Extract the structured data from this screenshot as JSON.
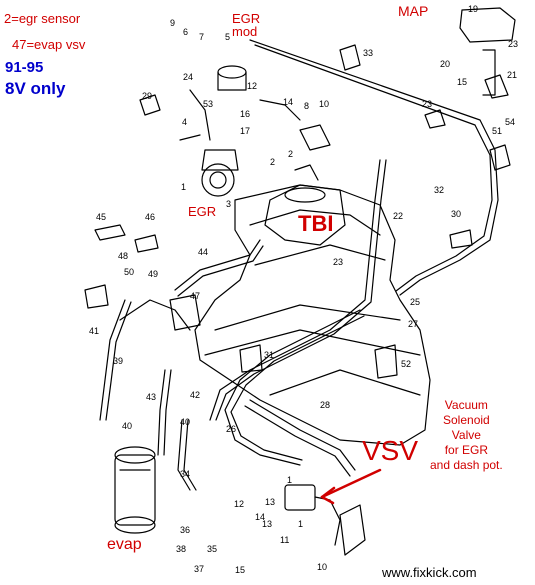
{
  "annotations": {
    "sensor_note": "2=egr sensor",
    "evap_note": "47=evap vsv",
    "years": "91-95",
    "engine": "8V only",
    "egr_mod": "EGR\nmod",
    "map": "MAP",
    "egr": "EGR",
    "tbi": "TBI",
    "vsv": "VSV",
    "vacuum_desc": "Vacuum\nSolenoid\nValve\nfor EGR\nand dash pot.",
    "evap": "evap",
    "watermark": "www.fixkick.com"
  },
  "part_numbers": [
    "1",
    "2",
    "3",
    "4",
    "5",
    "6",
    "7",
    "8",
    "9",
    "10",
    "11",
    "12",
    "13",
    "14",
    "15",
    "16",
    "17",
    "19",
    "20",
    "21",
    "22",
    "23",
    "23b",
    "23c",
    "24",
    "25",
    "26",
    "27",
    "28",
    "29",
    "30",
    "31",
    "32",
    "33",
    "34",
    "35",
    "36",
    "37",
    "38",
    "39",
    "40",
    "41",
    "42",
    "43",
    "44",
    "45",
    "46",
    "47",
    "48",
    "49",
    "50",
    "51",
    "52",
    "53",
    "54"
  ],
  "part_labels": {
    "1": "1",
    "2": "2",
    "3": "3",
    "4": "4",
    "5": "5",
    "6": "6",
    "7": "7",
    "8": "8",
    "9": "9",
    "10": "10",
    "11": "11",
    "12": "12",
    "13": "13",
    "14": "14",
    "15": "15",
    "16": "16",
    "17": "17",
    "19": "19",
    "20": "20",
    "21": "21",
    "22": "22",
    "23": "23",
    "23b": "23",
    "23c": "23",
    "24": "24",
    "25": "25",
    "26": "26",
    "27": "27",
    "28": "28",
    "29": "29",
    "30": "30",
    "31": "31",
    "32": "32",
    "33": "33",
    "34": "34",
    "35": "35",
    "36": "36",
    "37": "37",
    "38": "38",
    "39": "39",
    "40": "40",
    "41": "41",
    "42": "42",
    "43": "43",
    "44": "44",
    "45": "45",
    "46": "46",
    "47": "47",
    "48": "48",
    "49": "49",
    "50": "50",
    "51": "51",
    "52": "52",
    "53": "53",
    "54": "54"
  },
  "colors": {
    "annotation_red": "#d10000",
    "annotation_blue": "#0000cc",
    "line": "#000000"
  }
}
